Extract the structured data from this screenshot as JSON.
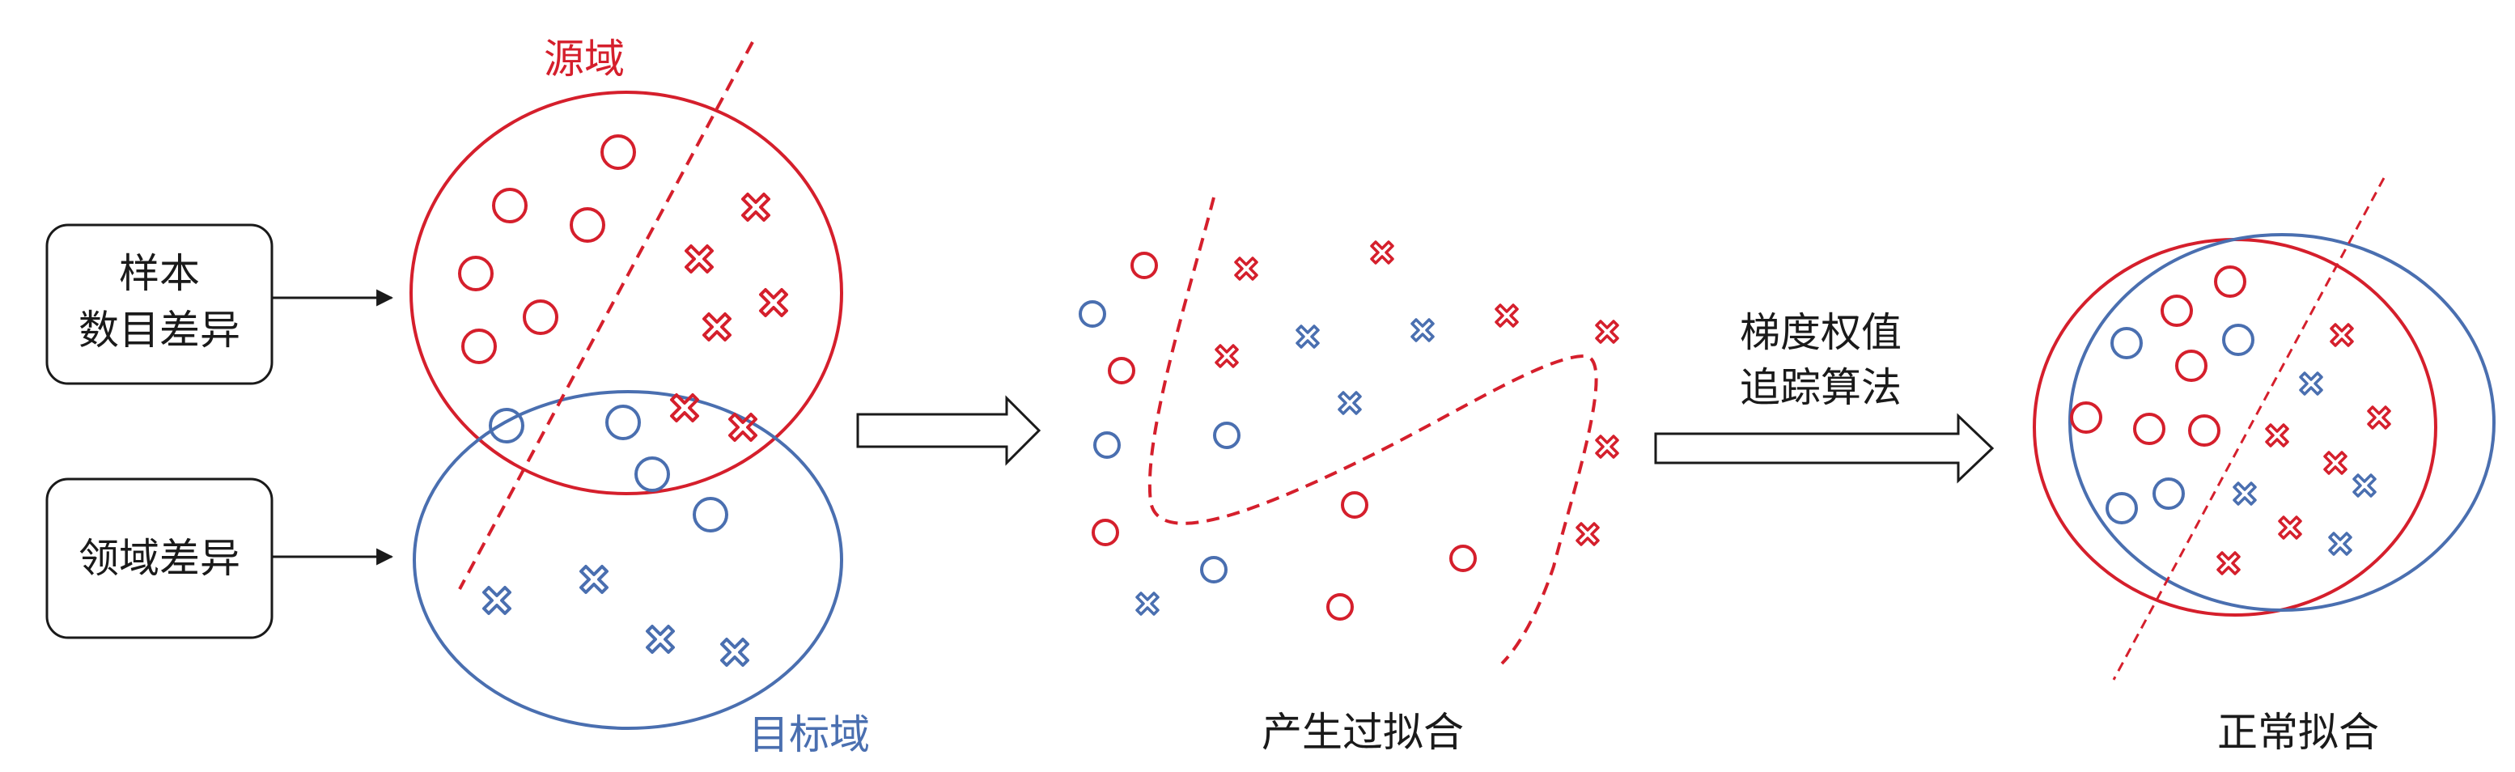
{
  "colors": {
    "red": "#d51f2c",
    "blue": "#4a6fb0",
    "black": "#1a1a1a"
  },
  "labels": {
    "sample_diff_line1": "样本",
    "sample_diff_line2": "数目差异",
    "domain_diff": "领域差异",
    "source_domain": "源域",
    "target_domain": "目标域",
    "overfit": "产生过拟合",
    "method_line1": "梯度权值",
    "method_line2": "追踪算法",
    "normal_fit": "正常拟合"
  }
}
